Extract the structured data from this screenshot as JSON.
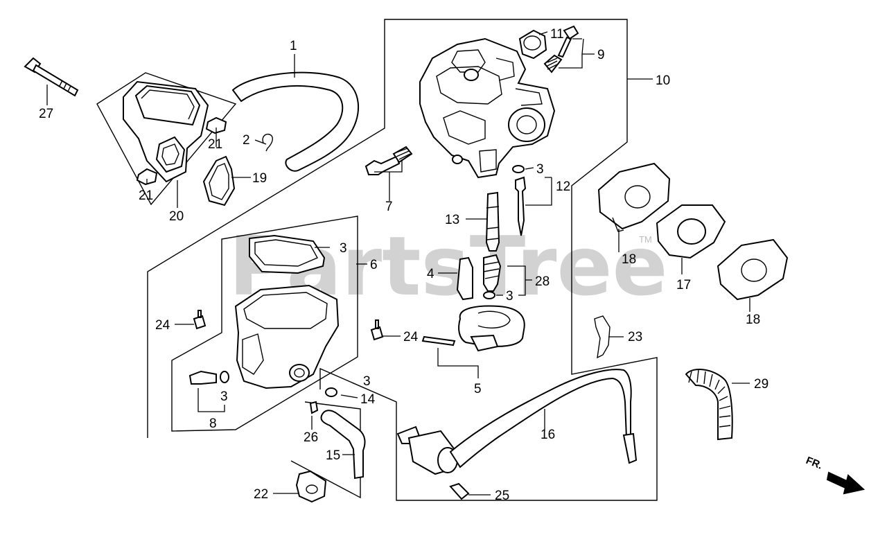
{
  "watermark": {
    "text": "PartsTree",
    "tm": "TM"
  },
  "direction_label": "FR.",
  "callouts": {
    "c1": "1",
    "c2": "2",
    "c3a": "3",
    "c3b": "3",
    "c3c": "3",
    "c3d": "3",
    "c3e": "3",
    "c4": "4",
    "c5": "5",
    "c6": "6",
    "c7": "7",
    "c8": "8",
    "c9": "9",
    "c10": "10",
    "c11": "11",
    "c12": "12",
    "c13": "13",
    "c14": "14",
    "c15": "15",
    "c16": "16",
    "c17": "17",
    "c18a": "18",
    "c18b": "18",
    "c19": "19",
    "c20": "20",
    "c21a": "21",
    "c21b": "21",
    "c22": "22",
    "c23": "23",
    "c24a": "24",
    "c24b": "24",
    "c25": "25",
    "c26": "26",
    "c27": "27",
    "c28": "28",
    "c29": "29"
  }
}
